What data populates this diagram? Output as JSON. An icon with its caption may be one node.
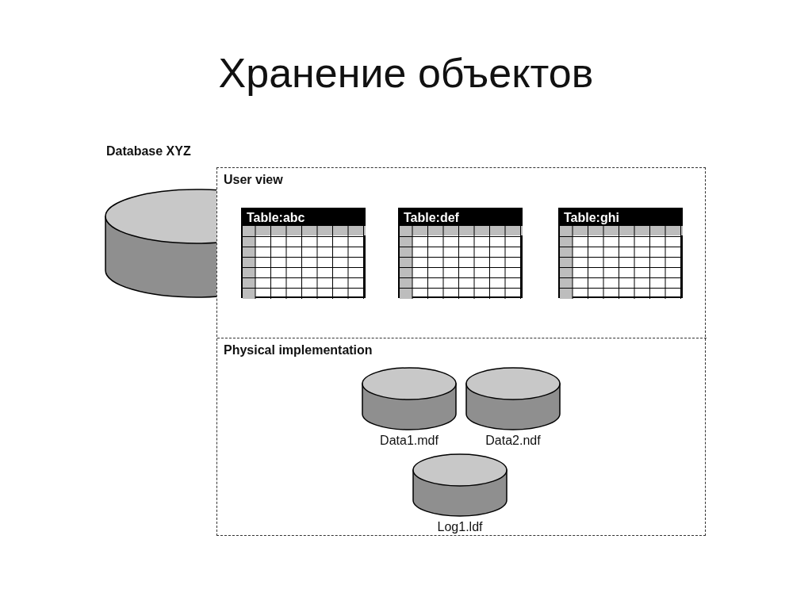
{
  "diagram": {
    "title": "Хранение объектов",
    "nodes": [
      {
        "text": [
          "Database XYZ"
        ]
      },
      {
        "text": [],
        "shape": "box"
      },
      {
        "text": [
          "User view"
        ],
        "in": 1
      },
      {
        "text": [
          "Table:abc"
        ],
        "in": 2
      },
      {
        "text": [
          "Table:def"
        ],
        "in": 2
      },
      {
        "text": [
          "Table:ghi"
        ],
        "in": 2
      },
      {
        "text": [
          "Physical implementation"
        ],
        "in": 1
      },
      {
        "text": [
          "Data1.mdf"
        ],
        "in": 6
      },
      {
        "text": [
          "Data2.ndf"
        ],
        "in": 6
      },
      {
        "text": [
          "Log1.ldf"
        ],
        "in": 6
      }
    ],
    "edges": []
  }
}
